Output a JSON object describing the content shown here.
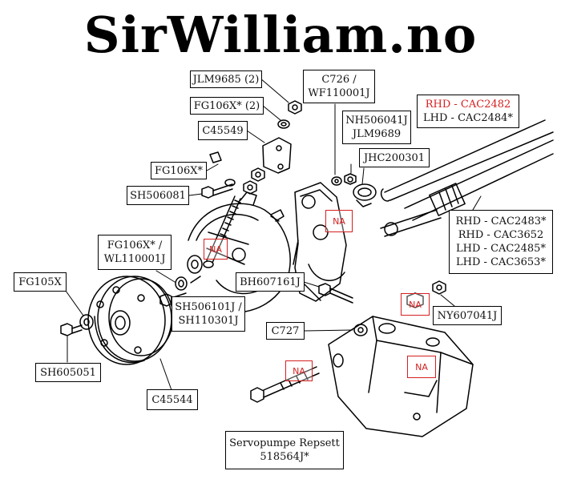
{
  "brand": {
    "title": "SirWilliam.no"
  },
  "labels": {
    "jlm9685": "JLM9685 (2)",
    "fg106x_2": "FG106X* (2)",
    "c45549": "C45549",
    "fg106x": "FG106X*",
    "sh506081": "SH506081",
    "c726_l1": "C726 /",
    "c726_l2": "WF110001J",
    "nh506041j_l1": "NH506041J",
    "nh506041j_l2": "JLM9689",
    "jhc200301": "JHC200301",
    "rhd_cac2482": "RHD - CAC2482",
    "lhd_cac2484": "LHD - CAC2484*",
    "hose_l1": "RHD - CAC2483*",
    "hose_l2": "RHD - CAC3652",
    "hose_l3": "LHD - CAC2485*",
    "hose_l4": "LHD - CAC3653*",
    "fg106x_wl_l1": "FG106X* /",
    "fg106x_wl_l2": "WL110001J",
    "fg105x": "FG105X",
    "sh605051": "SH605051",
    "sh506101j_l1": "SH506101J /",
    "sh506101j_l2": "SH110301J",
    "c45544": "C45544",
    "bh607161j": "BH607161J",
    "c727": "C727",
    "ny607041j": "NY607041J",
    "kit_l1": "Servopumpe Repsett",
    "kit_l2": "518564J*"
  },
  "na_tag": "NA",
  "colors": {
    "highlight": "#d62020",
    "line": "#000000"
  }
}
